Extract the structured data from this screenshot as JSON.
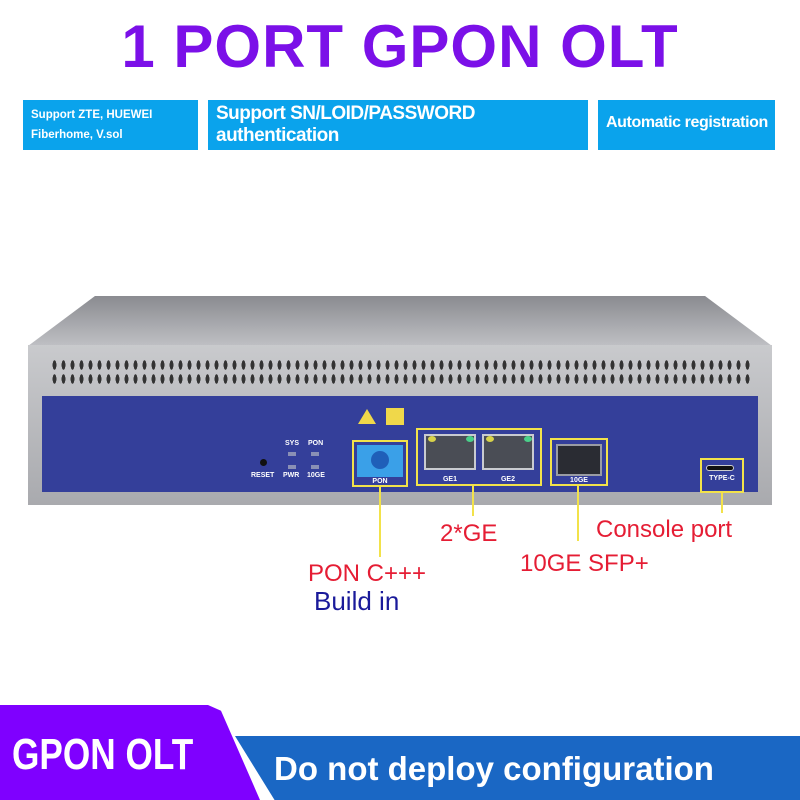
{
  "title": "1 PORT GPON OLT",
  "features": {
    "vendors_line1": "Support ZTE, HUEWEI",
    "vendors_line2": "Fiberhome, V.sol",
    "auth": "Support SN/LOID/PASSWORD authentication",
    "registration": "Automatic registration"
  },
  "device": {
    "reset": "RESET",
    "leds": {
      "sys": "SYS",
      "pon": "PON",
      "pwr": "PWR",
      "ge10": "10GE"
    },
    "ports": {
      "pon": "PON",
      "ge1": "GE1",
      "ge2": "GE2",
      "sfp": "10GE",
      "console": "TYPE-C"
    }
  },
  "callouts": {
    "ge": "2*GE",
    "console": "Console port",
    "sfp": "10GE SFP+",
    "pon": "PON C+++",
    "pon_sub": "Build in"
  },
  "banner": {
    "left": "GPON OLT",
    "right": "Do not deploy configuration"
  },
  "colors": {
    "title": "#7b10e8",
    "feature_bg": "#0aa3ec",
    "panel": "#343f9a",
    "callout": "#e51d34",
    "banner_left": "#7f00ff",
    "banner_right": "#1a67c4"
  }
}
